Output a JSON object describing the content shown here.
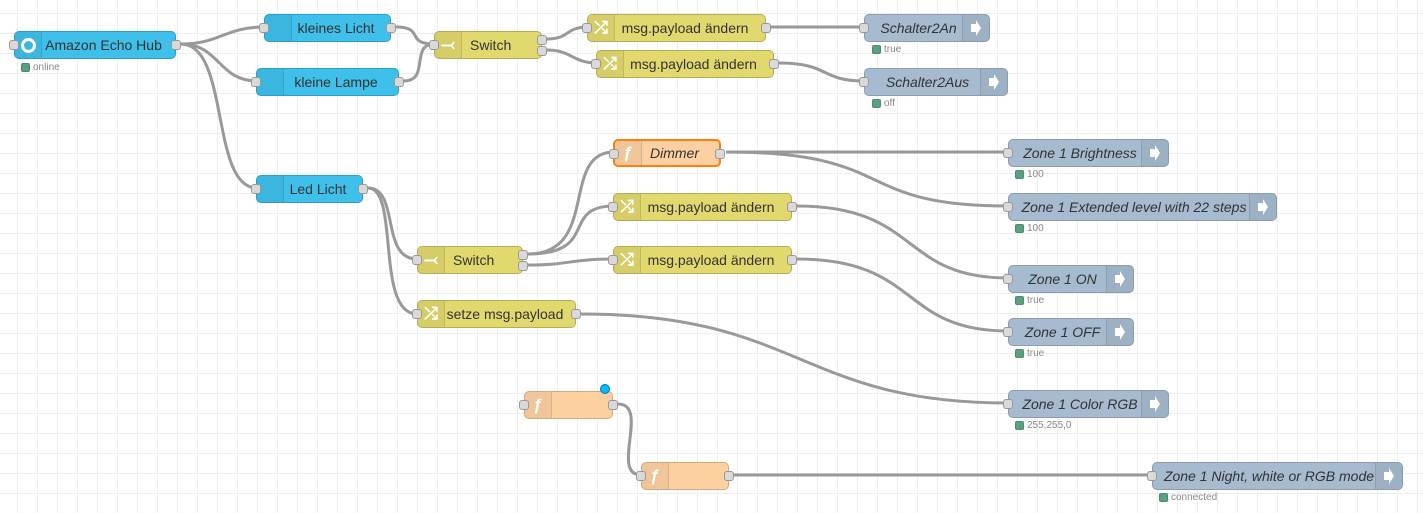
{
  "editor": {
    "type": "Node-RED flow canvas"
  },
  "colors": {
    "alexa_node": "#3fc0ea",
    "change_switch_node": "#e2d96e",
    "output_node": "#a6bbcf",
    "function_node": "#fdd0a2",
    "selected_border": "#ff7f0e",
    "status_ok": "#5a9f7f",
    "wire": "#999999",
    "changed_badge": "#00bcff"
  },
  "nodes": {
    "echo_hub": {
      "label": "Amazon Echo Hub",
      "icon": "alexa-ring-icon",
      "status": "online"
    },
    "kleines_licht": {
      "label": "kleines Licht"
    },
    "kleine_lampe": {
      "label": "kleine Lampe"
    },
    "switch1": {
      "label": "Switch",
      "icon": "switch-icon"
    },
    "change1": {
      "label": "msg.payload ändern",
      "icon": "shuffle-icon"
    },
    "change2": {
      "label": "msg.payload ändern",
      "icon": "shuffle-icon"
    },
    "schalter2an": {
      "label": "Schalter2An",
      "status": "true"
    },
    "schalter2aus": {
      "label": "Schalter2Aus",
      "status": "off"
    },
    "led_licht": {
      "label": "Led Licht"
    },
    "dimmer": {
      "label": "Dimmer",
      "icon": "function-icon"
    },
    "change3": {
      "label": "msg.payload ändern",
      "icon": "shuffle-icon"
    },
    "change4": {
      "label": "msg.payload ändern",
      "icon": "shuffle-icon"
    },
    "switch2": {
      "label": "Switch",
      "icon": "switch-icon"
    },
    "setze": {
      "label": "setze msg.payload",
      "icon": "shuffle-icon"
    },
    "fn_unnamed1": {
      "label": "",
      "icon": "function-icon"
    },
    "fn_unnamed2": {
      "label": "",
      "icon": "function-icon"
    },
    "z1_brightness": {
      "label": "Zone 1 Brightness",
      "status": "100"
    },
    "z1_extended": {
      "label": "Zone 1 Extended level with 22 steps",
      "status": "100"
    },
    "z1_on": {
      "label": "Zone 1 ON",
      "status": "true"
    },
    "z1_off": {
      "label": "Zone 1 OFF",
      "status": "true"
    },
    "z1_rgb": {
      "label": "Zone 1 Color RGB",
      "status": "255,255,0"
    },
    "z1_night": {
      "label": "Zone 1 Night, white or RGB mode",
      "status": "connected"
    }
  },
  "icons": {
    "function": "ƒ",
    "switch": "⤙",
    "shuffle": "⤮"
  }
}
